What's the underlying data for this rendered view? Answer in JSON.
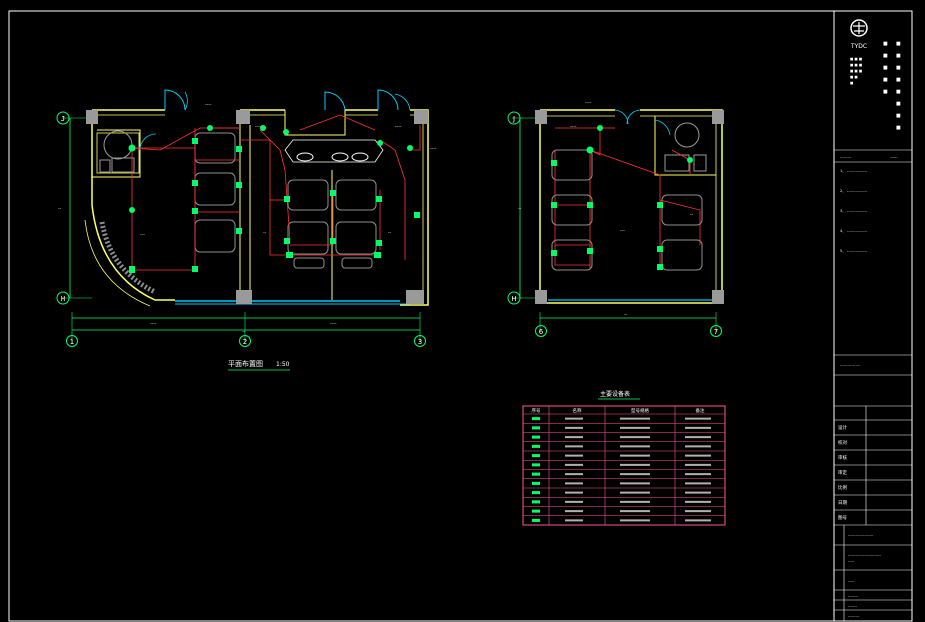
{
  "logo": {
    "text": "TYDC"
  },
  "title_block": {
    "notes": [
      "1、",
      "2、",
      "3、",
      "4、",
      "5、"
    ],
    "rows": [
      "设计",
      "校对",
      "审核",
      "审定",
      "比例",
      "日期",
      "图号"
    ]
  },
  "plan_left": {
    "caption": "平面布置图",
    "scale": "1:50",
    "grid_top": "J",
    "grid_bottom": "H",
    "axis_labels": [
      "1",
      "2",
      "3"
    ]
  },
  "plan_right": {
    "grid_top": "J",
    "grid_bottom": "H",
    "axis_labels": [
      "6",
      "7"
    ]
  },
  "legend": {
    "title": "主要设备表",
    "headers": [
      "序号",
      "名称",
      "型号规格",
      "备注"
    ],
    "rows": 12
  },
  "colors": {
    "background": "#000000",
    "frame": "#ffffff",
    "wall": "#ffff66",
    "wire": "#ff3333",
    "device": "#00ff66",
    "dim": "#00ff66",
    "door": "#00ccff",
    "furniture": "#9a9a9a",
    "table_border": "#ff5599"
  }
}
